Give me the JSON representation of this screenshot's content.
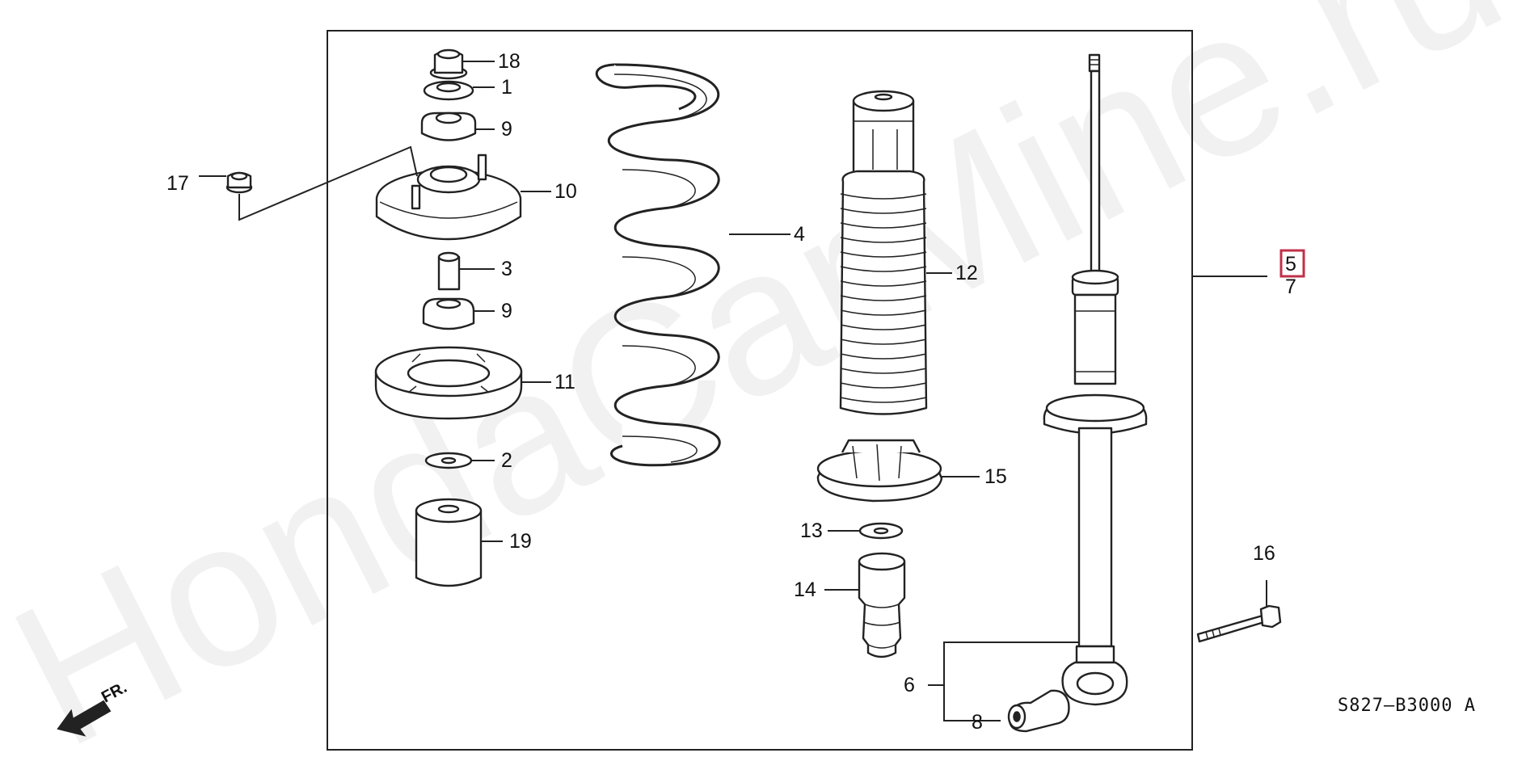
{
  "watermark": "HondaCarMine.ru",
  "diagram_code": "S827–B3000 A",
  "front_arrow_label": "FR.",
  "highlight_color": "#c0304a",
  "callouts": {
    "p1": "1",
    "p2": "2",
    "p3": "3",
    "p4": "4",
    "p5": "5",
    "p6": "6",
    "p7": "7",
    "p8": "8",
    "p9a": "9",
    "p9b": "9",
    "p10": "10",
    "p11": "11",
    "p12": "12",
    "p13": "13",
    "p14": "14",
    "p15": "15",
    "p16": "16",
    "p17": "17",
    "p18": "18",
    "p19": "19"
  }
}
